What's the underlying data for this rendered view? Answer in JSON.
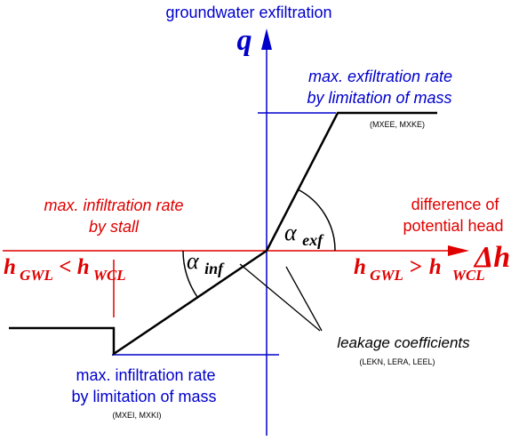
{
  "colors": {
    "axis_blue": "#0000cc",
    "axis_red": "#e00000",
    "curve": "#000000",
    "label_black": "#000000"
  },
  "top_title": "groundwater exfiltration",
  "q_axis_symbol": "q",
  "dh_axis_symbol": "Δh",
  "max_exf_label": {
    "line1": "max. exfiltration rate",
    "line2": "by limitation of mass",
    "params": "(MXEE, MXKE)"
  },
  "max_inf_stall_label": {
    "line1": "max. infiltration rate",
    "line2": "by stall"
  },
  "potential_head_label": {
    "line1": "difference of",
    "line2": "potential head"
  },
  "alpha_exf": {
    "symbol": "α",
    "subscript": "exf"
  },
  "alpha_inf": {
    "symbol": "α",
    "subscript": "inf"
  },
  "left_relation": {
    "h1": "h",
    "sub1": "GWL",
    "op": "<",
    "h2": "h",
    "sub2": "WCL"
  },
  "right_relation": {
    "h1": "h",
    "sub1": "GWL",
    "op": ">",
    "h2": "h",
    "sub2": "WCL"
  },
  "leakage_label": {
    "line1": "leakage coefficients",
    "params": "(LEKN, LERA, LEEL)"
  },
  "max_inf_mass_label": {
    "line1": "max. infiltration rate",
    "line2": "by limitation of mass",
    "params": "(MXEI, MXKI)"
  }
}
